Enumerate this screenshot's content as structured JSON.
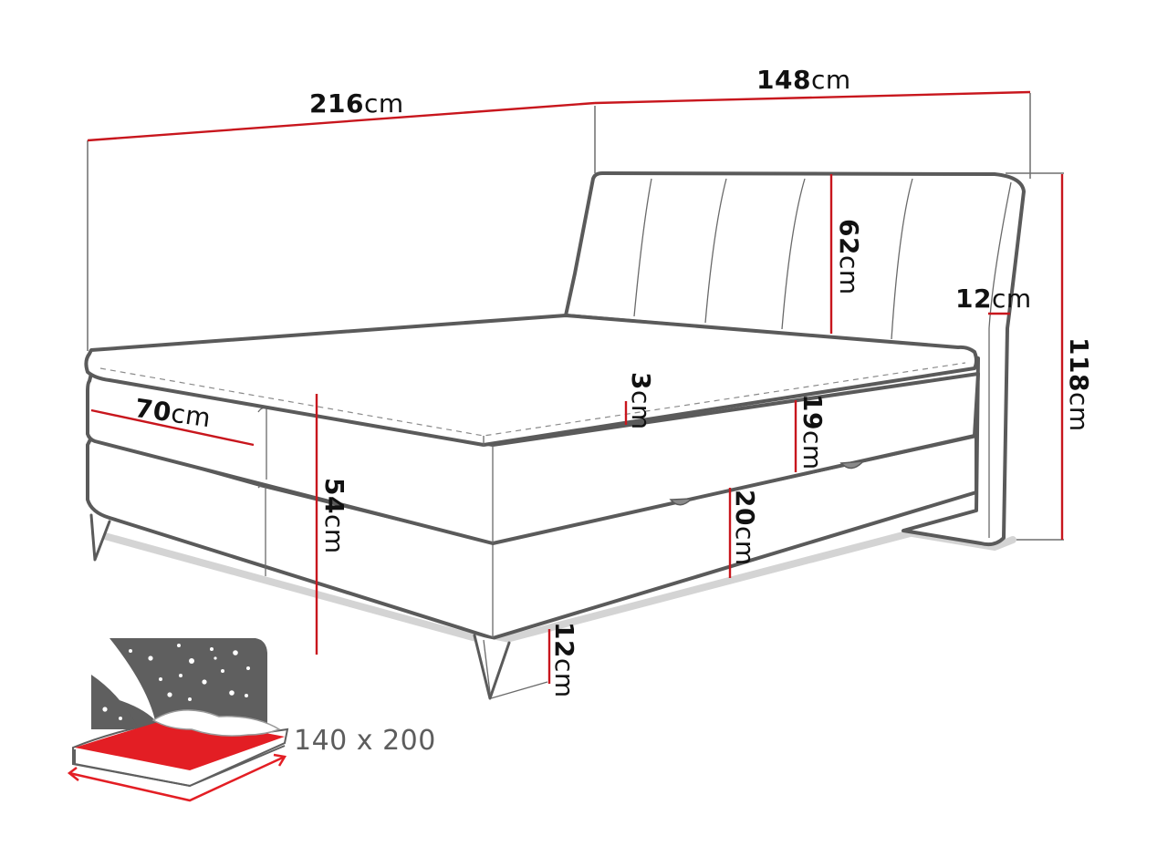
{
  "diagram": {
    "subject": "Box-spring bed dimension drawing",
    "colors": {
      "dimension_line": "#c8161d",
      "outline": "#5a5a5a",
      "icon_dark": "#5f5f5f",
      "icon_red": "#e31e24",
      "background": "#ffffff"
    },
    "dimensions": {
      "length": {
        "value": "216",
        "unit": "cm"
      },
      "width": {
        "value": "148",
        "unit": "cm"
      },
      "headboard_height": {
        "value": "62",
        "unit": "cm"
      },
      "headboard_depth": {
        "value": "12",
        "unit": "cm"
      },
      "total_height": {
        "value": "118",
        "unit": "cm"
      },
      "side_panel": {
        "value": "70",
        "unit": "cm"
      },
      "topper": {
        "value": "3",
        "unit": "cm"
      },
      "upper_box": {
        "value": "19",
        "unit": "cm"
      },
      "bed_height": {
        "value": "54",
        "unit": "cm"
      },
      "lower_box": {
        "value": "20",
        "unit": "cm"
      },
      "leg_height": {
        "value": "12",
        "unit": "cm"
      }
    },
    "mattress_size": {
      "label": "140 x 200",
      "icon": "bed-night-icon"
    }
  }
}
